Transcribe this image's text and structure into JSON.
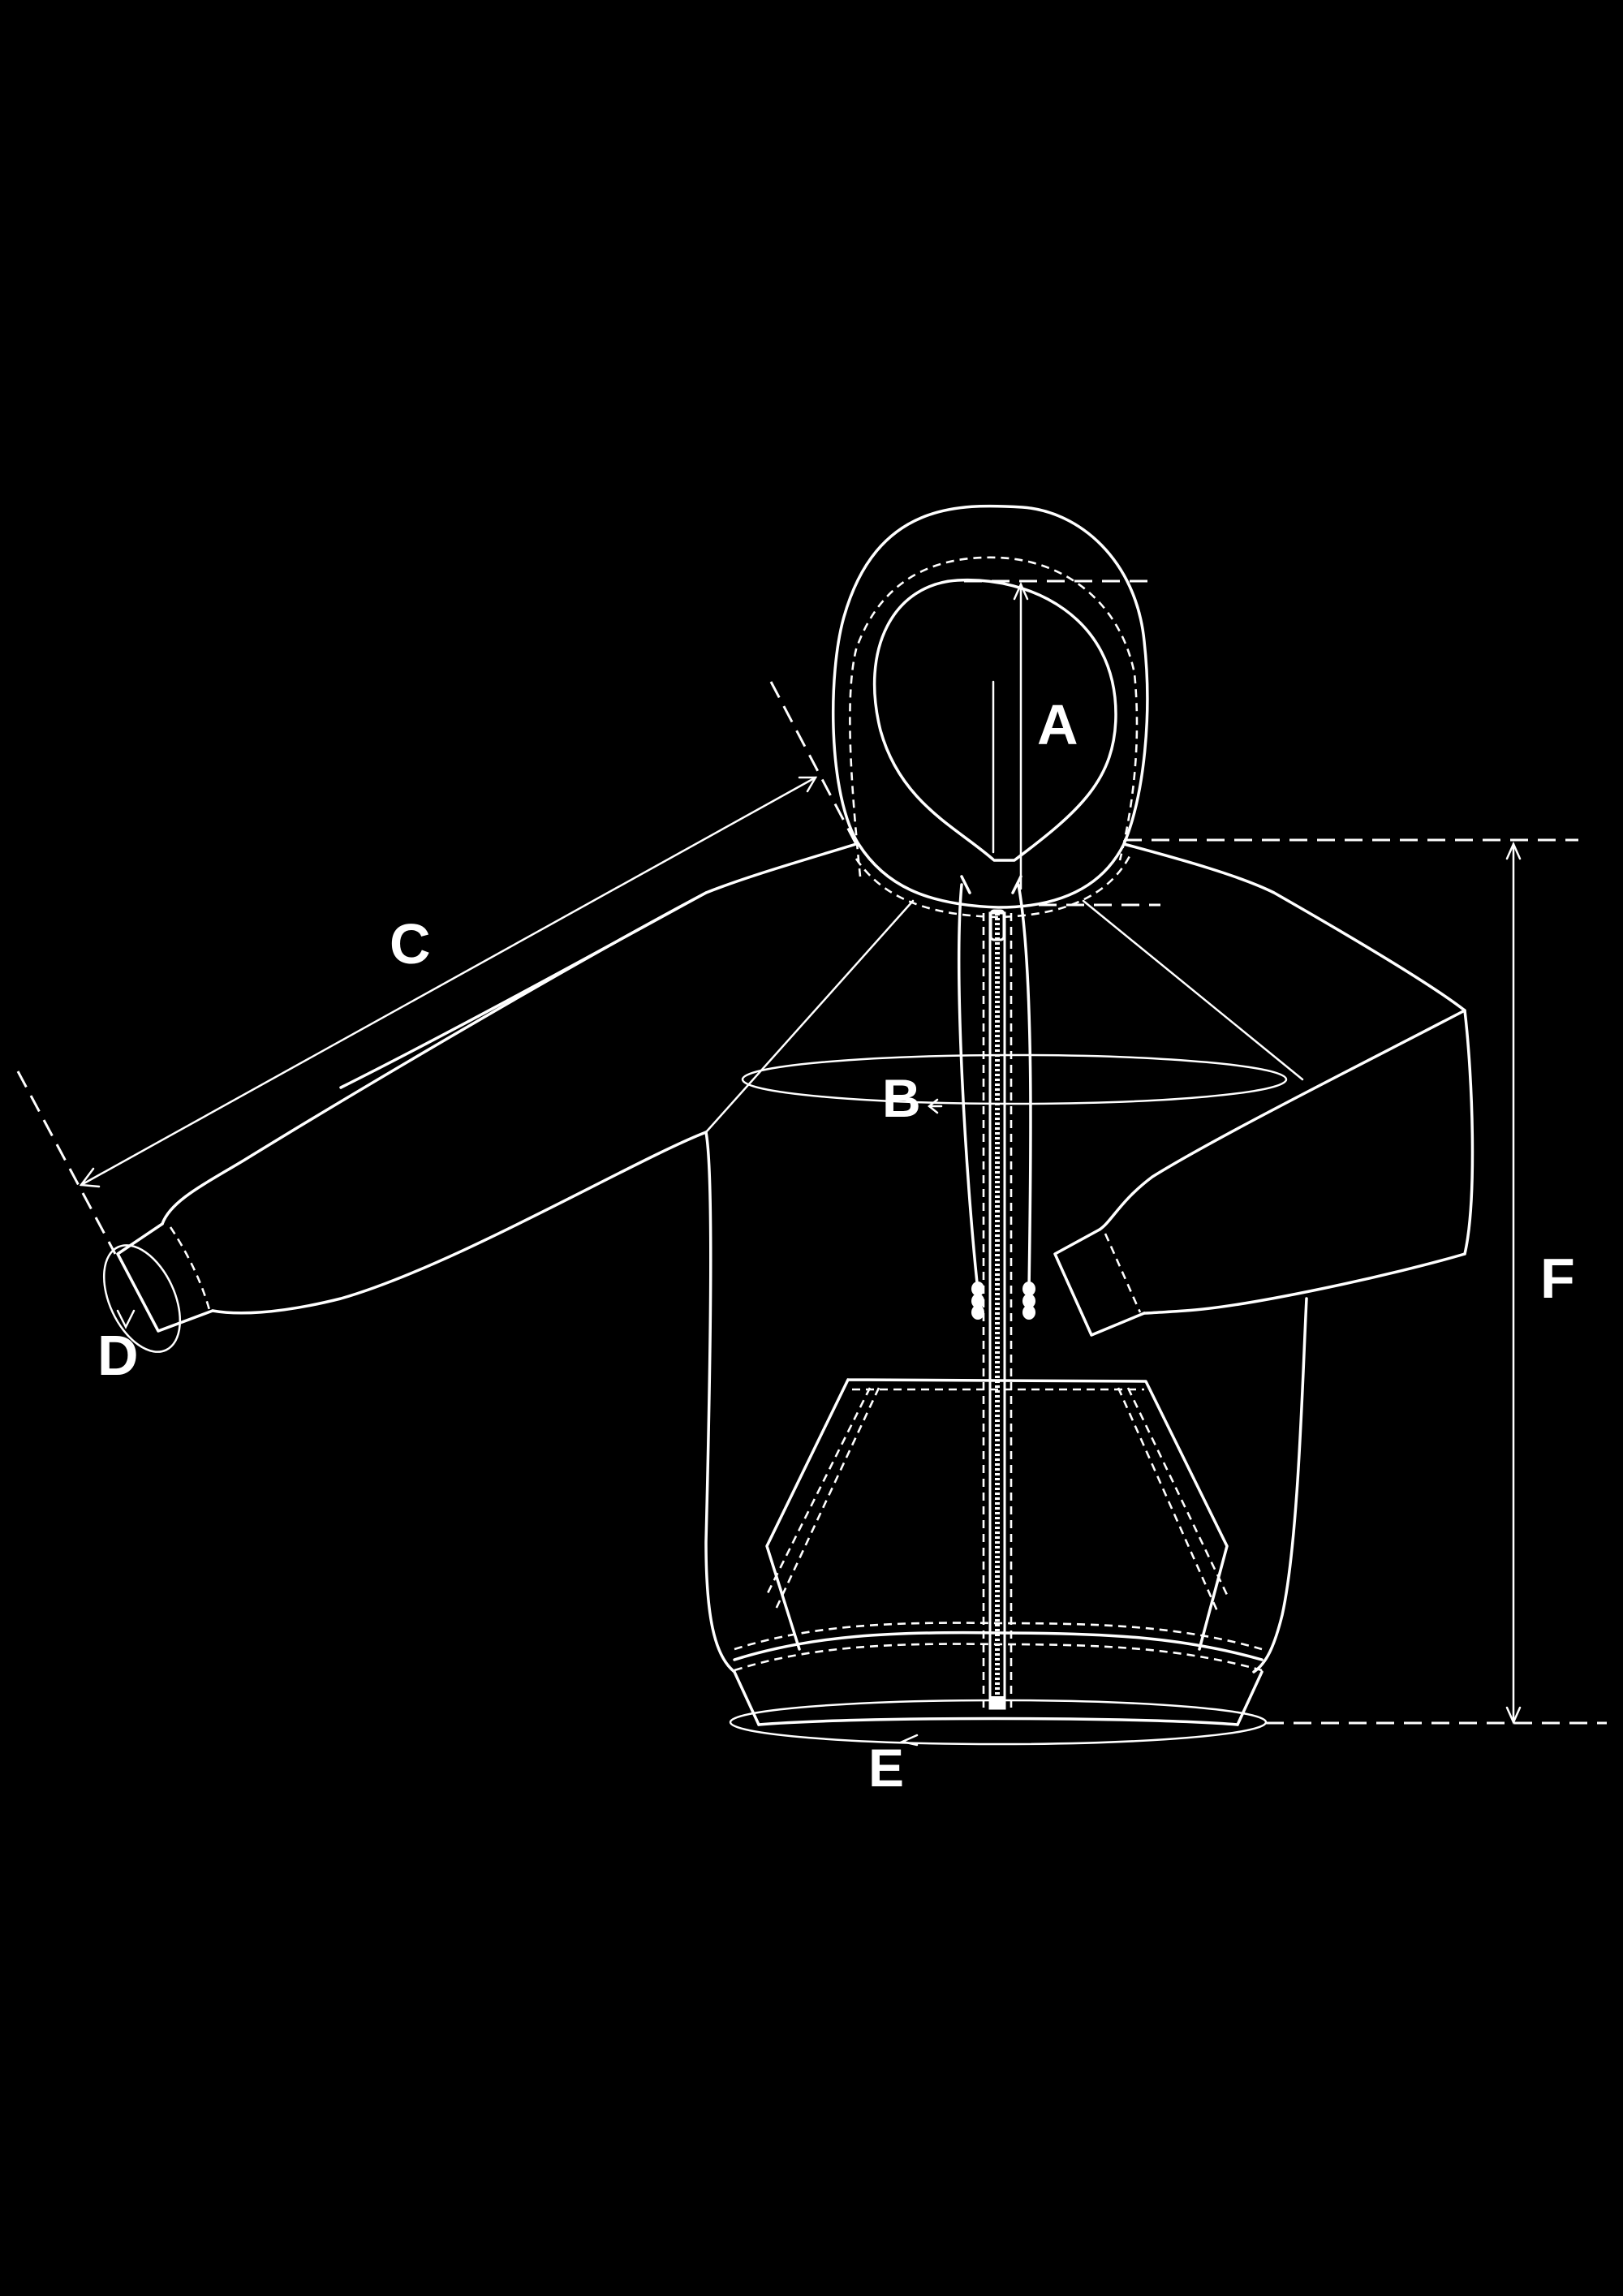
{
  "diagram": {
    "title": "",
    "background_color": "#000000",
    "line_color": "#ffffff",
    "subject": "zip-up hoodie technical flat sketch with measurement points",
    "measurements": [
      {
        "id": "A",
        "label": "A",
        "description": "hood height"
      },
      {
        "id": "B",
        "label": "B",
        "description": "chest circumference"
      },
      {
        "id": "C",
        "label": "C",
        "description": "sleeve length"
      },
      {
        "id": "D",
        "label": "D",
        "description": "cuff circumference"
      },
      {
        "id": "E",
        "label": "E",
        "description": "hem circumference"
      },
      {
        "id": "F",
        "label": "F",
        "description": "body length"
      }
    ]
  }
}
